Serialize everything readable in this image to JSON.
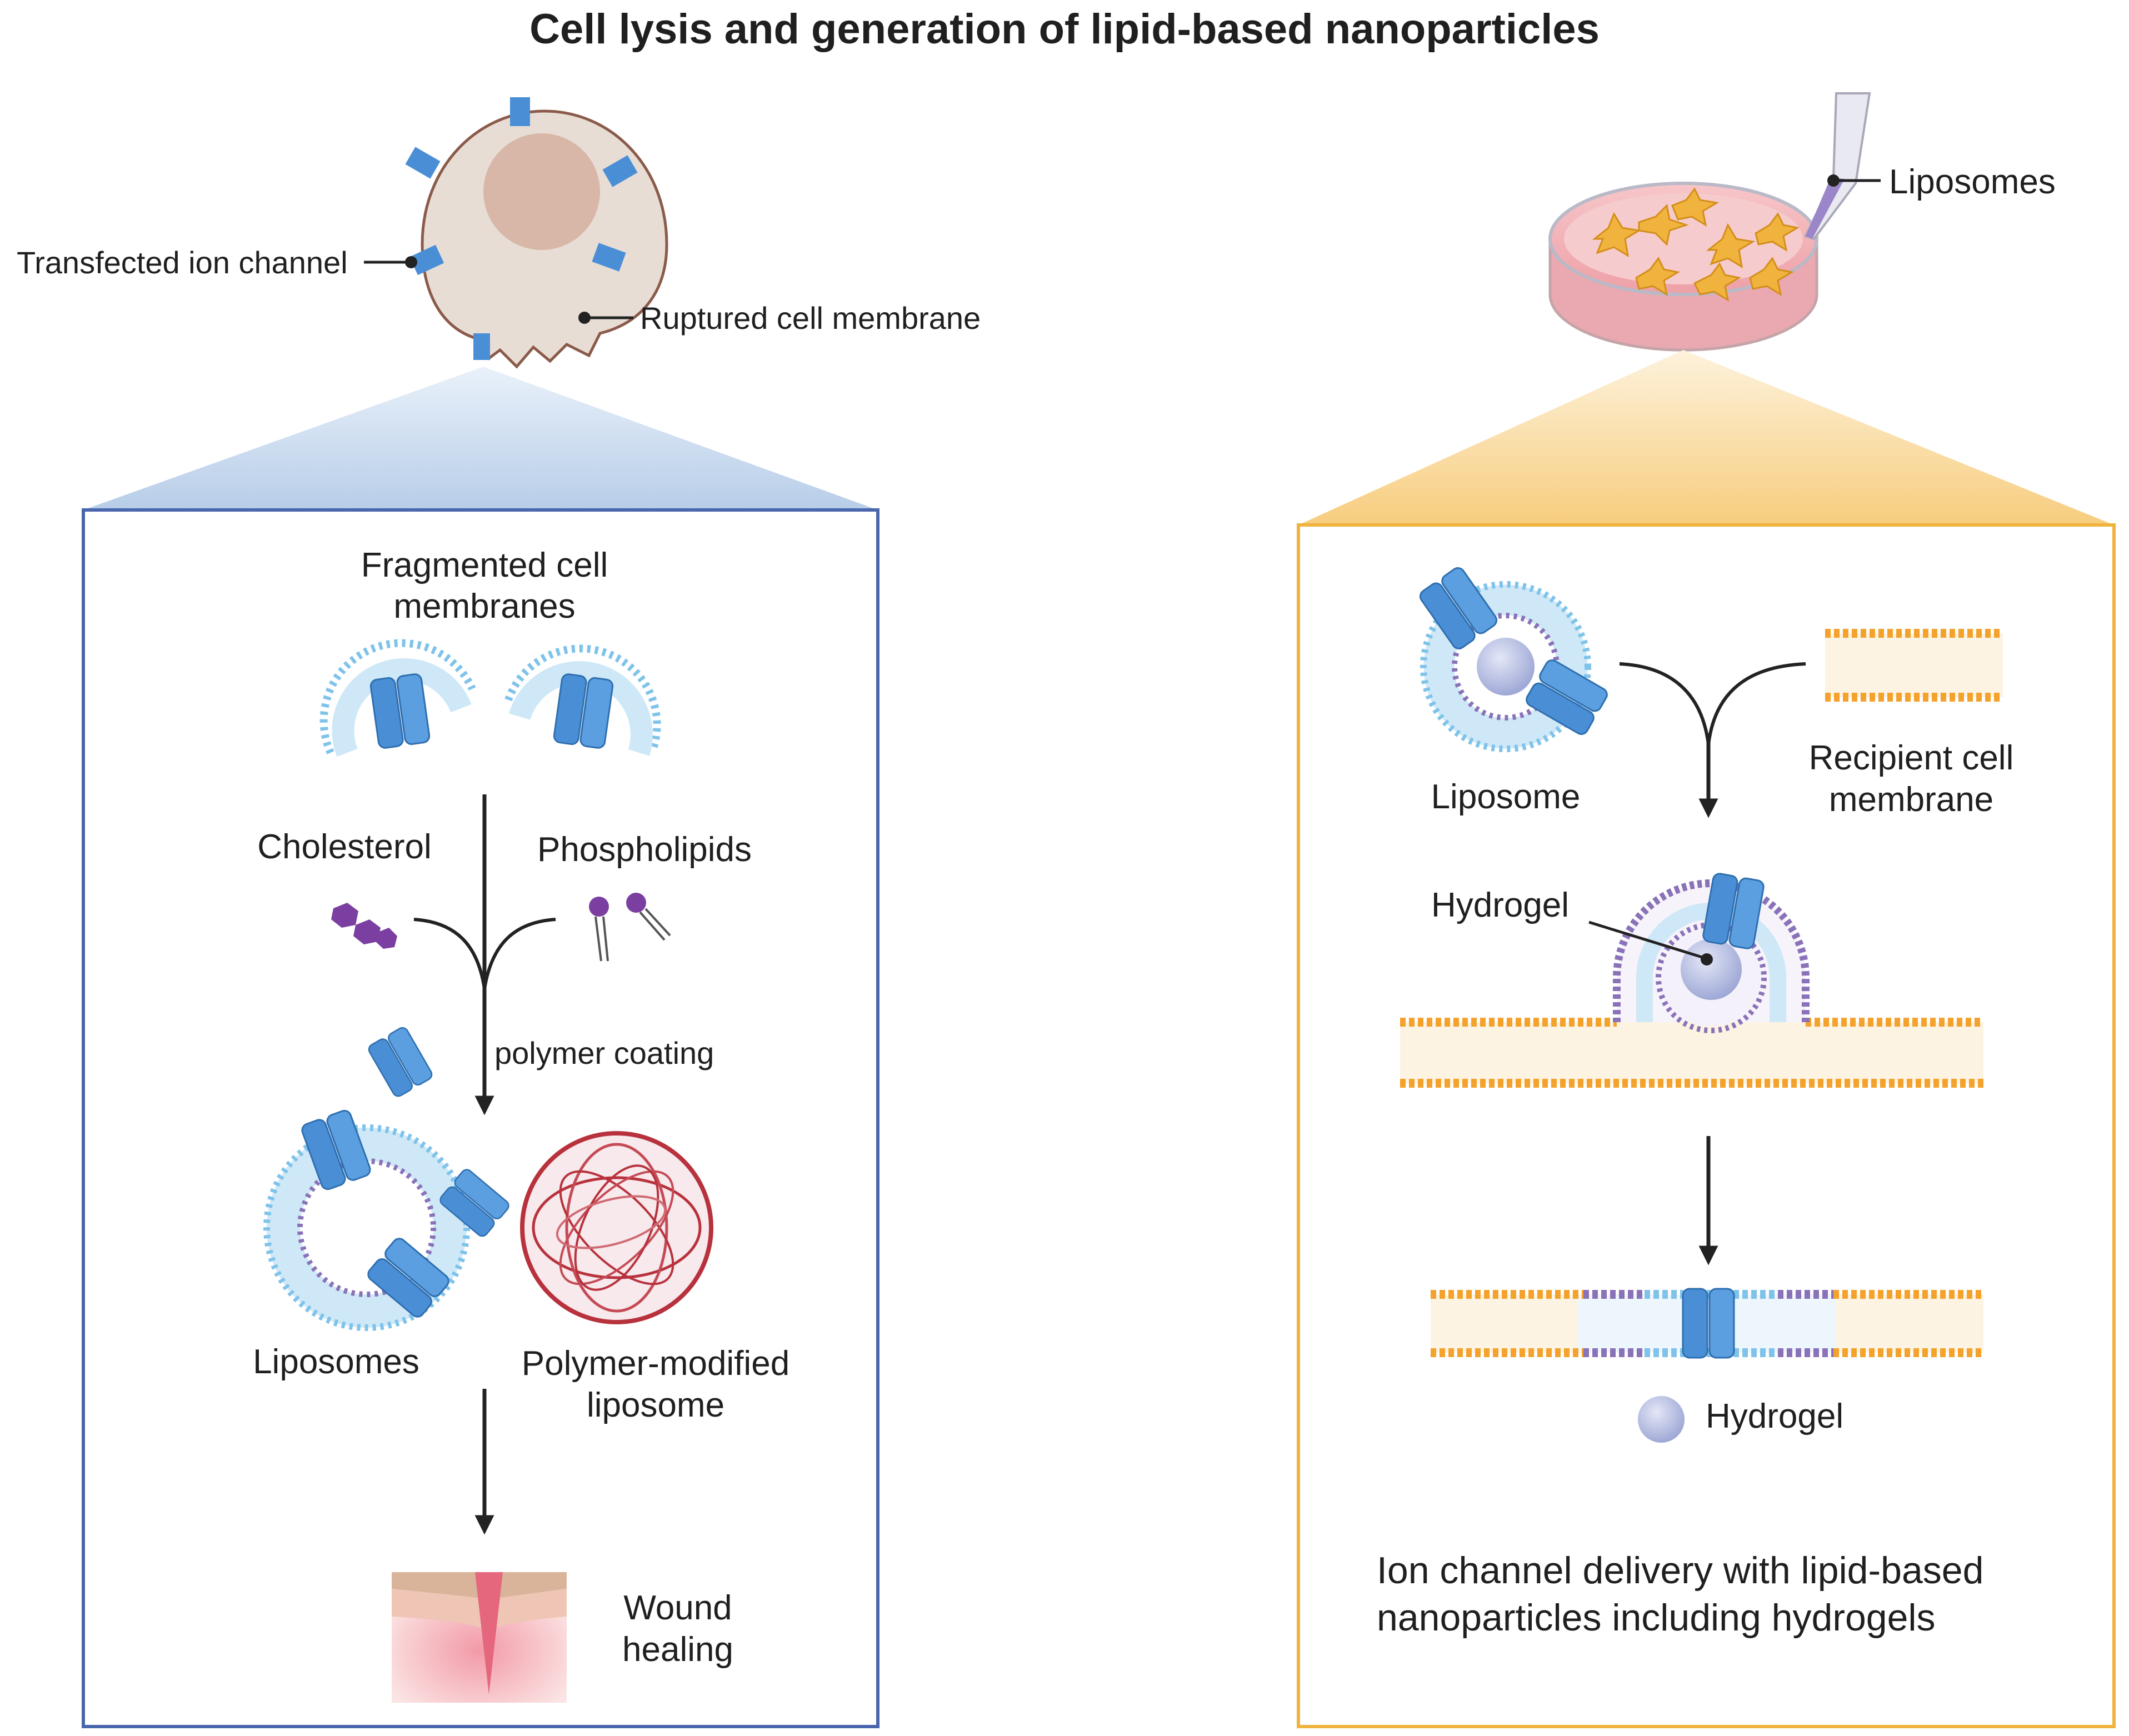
{
  "title": "Cell lysis and generation of lipid-based nanoparticles",
  "left_cell": {
    "transfected_label": "Transfected ion channel",
    "ruptured_label": "Ruptured cell membrane"
  },
  "left_panel": {
    "fragmented_line1": "Fragmented cell",
    "fragmented_line2": "membranes",
    "cholesterol": "Cholesterol",
    "phospholipids": "Phospholipids",
    "polymer_coating": "polymer coating",
    "liposomes": "Liposomes",
    "polymer_modified_line1": "Polymer-modified",
    "polymer_modified_line2": "liposome",
    "wound_line1": "Wound",
    "wound_line2": "healing"
  },
  "right_dish": {
    "liposomes_label": "Liposomes"
  },
  "right_panel": {
    "liposome": "Liposome",
    "recipient_line1": "Recipient cell",
    "recipient_line2": "membrane",
    "hydrogel_top": "Hydrogel",
    "hydrogel_bottom": "Hydrogel",
    "caption_line1": "Ion channel delivery with lipid-based",
    "caption_line2": "nanoparticles including hydrogels"
  },
  "colors": {
    "left_frame": "#4a66ad",
    "right_frame": "#f0b33e",
    "ion_channel": "#4a8fd6",
    "lipid_blue": "#7fc3ea",
    "lipid_purple": "#8a72b8",
    "lipid_orange": "#f4a22b",
    "cholesterol": "#7a3fa0",
    "polymer_red": "#b8323d",
    "hydrogel": "#b8bfe0"
  }
}
